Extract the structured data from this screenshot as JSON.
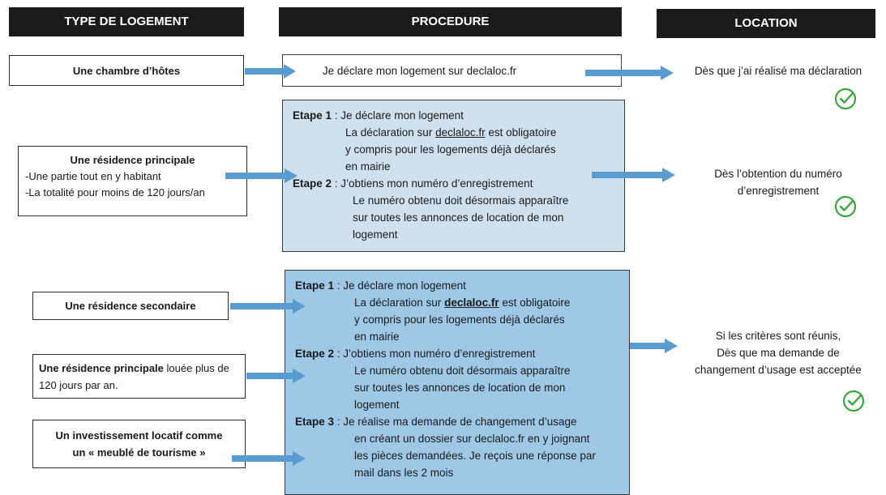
{
  "headers": {
    "type": "TYPE DE LOGEMENT",
    "procedure": "PROCEDURE",
    "location": "LOCATION"
  },
  "types": {
    "chambre": "Une chambre d’hôtes",
    "rp_title": "Une résidence principale",
    "rp_line1": "-Une partie tout en y habitant",
    "rp_line2": "-La totalité pour moins de 120 jours/an",
    "secondaire": "Une résidence secondaire",
    "rp_louee_bold": "Une résidence principale",
    "rp_louee_rest1": " louée plus de",
    "rp_louee_rest2": "120 jours par an.",
    "invest_line1": "Un investissement locatif comme",
    "invest_line2": "un « meublé de tourisme »"
  },
  "procedure1": {
    "text": "Je déclare mon logement sur declaloc.fr"
  },
  "procedure2": {
    "etape1_label": "Etape 1",
    "etape1_text": " : Je déclare mon logement",
    "l1a": "La déclaration sur ",
    "l1link": "declaloc.fr",
    "l1b": " est obligatoire",
    "l2": "y compris pour les logements déjà déclarés",
    "l3": "en mairie",
    "etape2_label": "Etape 2",
    "etape2_text": " :  J’obtiens mon numéro d’enregistrement",
    "l4": "Le numéro obtenu doit désormais    apparaître",
    "l5": "sur toutes les annonces de location de mon",
    "l6": "logement"
  },
  "procedure3": {
    "etape1_label": "Etape 1",
    "etape1_text": " : Je déclare mon logement",
    "l1a": "La déclaration sur ",
    "l1link": "declaloc.fr",
    "l1b": " est obligatoire",
    "l2": "y compris pour les logements déjà déclarés",
    "l3": "en mairie",
    "etape2_label": "Etape 2",
    "etape2_text": " :  J’obtiens mon numéro d’enregistrement",
    "l4": "Le numéro obtenu doit désormais apparaître",
    "l5": "sur toutes les annonces de location de mon",
    "l6": "logement",
    "etape3_label": "Etape 3",
    "etape3_text": " :  Je réalise ma demande de changement d’usage",
    "l7": "en créant un dossier sur declaloc.fr en y joignant",
    "l8": "les pièces demandées. Je reçois une réponse par",
    "l9": "mail dans les 2 mois"
  },
  "locations": {
    "loc1": "Dès que j’ai réalisé ma déclaration",
    "loc2_line1": "Dès l’obtention du numéro",
    "loc2_line2": "d’enregistrement",
    "loc3_line1": "Si les critères sont réunis,",
    "loc3_line2": "Dès que ma demande de",
    "loc3_line3": "changement d’usage est acceptée"
  },
  "colors": {
    "header_bg": "#1b1b1b",
    "arrow": "#5a9bd0",
    "check": "#3aa63a",
    "proc2_bg": "#cfe1ee",
    "proc3_bg": "#9ec8e6"
  }
}
